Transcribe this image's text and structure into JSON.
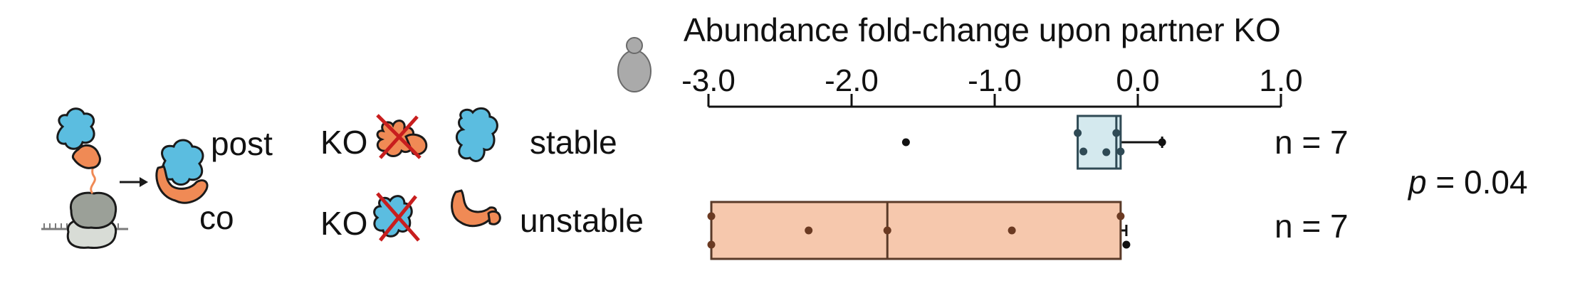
{
  "panel": {
    "post_label": "post",
    "co_label": "co",
    "rows": [
      {
        "ko_label": "KO",
        "class_label": "stable",
        "n_label": "n = 7",
        "color": "#d4e9ee",
        "edge": "#2f4a55"
      },
      {
        "ko_label": "KO",
        "class_label": "unstable",
        "n_label": "n = 7",
        "color": "#f6c8ad",
        "edge": "#5a3a28"
      }
    ],
    "p_prefix": "p",
    "p_value": " = 0.04"
  },
  "colors": {
    "blue_protein": "#5bbde0",
    "orange_protein": "#f08a55",
    "cross": "#c81e1e",
    "yeast": "#aaaaaa"
  },
  "icons": [
    "yeast-cell-icon",
    "cotranslational-assembly-icon",
    "ko-crossed-protein-icon"
  ],
  "chart_data": {
    "type": "box",
    "title": "Abundance fold-change upon partner KO",
    "xlim": [
      -3.0,
      1.0
    ],
    "ticks": [
      -3.0,
      -2.0,
      -1.0,
      0.0,
      1.0
    ],
    "tick_labels": [
      "-3.0",
      "-2.0",
      "-1.0",
      "0.0",
      "1.0"
    ],
    "series": [
      {
        "name": "stable",
        "n": 7,
        "box": {
          "whisker_low": -0.42,
          "q1": -0.42,
          "median": -0.15,
          "q3": -0.12,
          "whisker_high": 0.17
        },
        "points": [
          -1.62,
          -0.42,
          -0.38,
          -0.22,
          -0.15,
          -0.12,
          0.17
        ]
      },
      {
        "name": "unstable",
        "n": 7,
        "box": {
          "whisker_low": -2.98,
          "q1": -2.98,
          "median": -1.75,
          "q3": -0.12,
          "whisker_high": -0.08
        },
        "points": [
          -2.98,
          -2.98,
          -2.3,
          -1.75,
          -0.88,
          -0.12,
          -0.08
        ]
      }
    ]
  }
}
